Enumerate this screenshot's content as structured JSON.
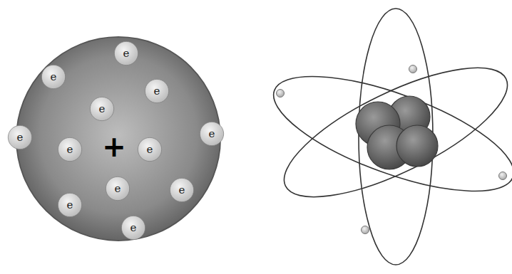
{
  "diagram": {
    "nodes": [
      {
        "text": [
          "+"
        ]
      },
      {
        "text": [
          "e"
        ],
        "in": 0
      },
      {
        "text": [
          "e"
        ],
        "in": 0
      },
      {
        "text": [
          "e"
        ],
        "in": 0
      },
      {
        "text": [
          "e"
        ],
        "in": 0
      },
      {
        "text": [
          "e"
        ],
        "in": 0
      },
      {
        "text": [
          "e"
        ],
        "in": 0
      },
      {
        "text": [
          "e"
        ],
        "in": 0
      },
      {
        "text": [
          "e"
        ],
        "in": 0
      },
      {
        "text": [
          "e"
        ],
        "in": 0
      },
      {
        "text": [
          "e"
        ],
        "in": 0
      },
      {
        "text": [
          "e"
        ],
        "in": 0
      },
      {
        "text": [
          "e"
        ],
        "in": 0
      }
    ]
  }
}
